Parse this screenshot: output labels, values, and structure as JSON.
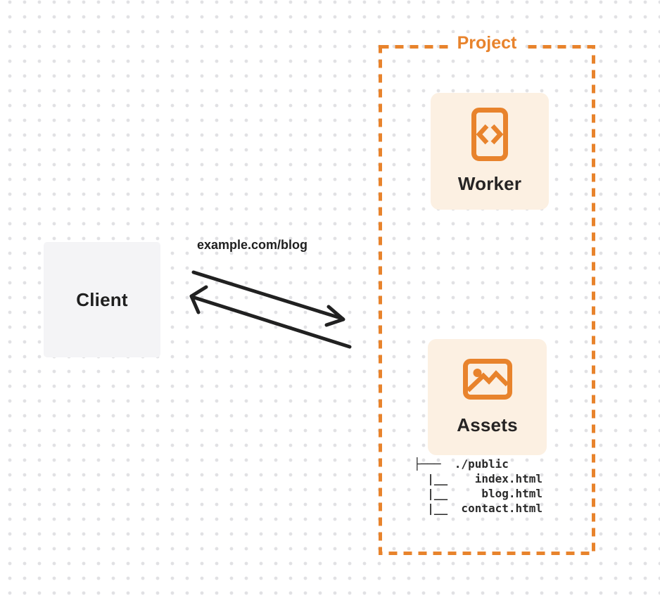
{
  "colors": {
    "orange": "#e8832c",
    "card_bg": "#fcf0e2",
    "client_bg": "#f4f4f6",
    "text_dark": "#1f1f1f",
    "arrow": "#212121",
    "dot": "#e1e1e4"
  },
  "client": {
    "label": "Client"
  },
  "request": {
    "label": "example.com/blog"
  },
  "project": {
    "label": "Project",
    "worker": {
      "label": "Worker",
      "icon": "code-document-icon"
    },
    "assets": {
      "label": "Assets",
      "icon": "image-icon"
    },
    "file_tree": {
      "root": "./public",
      "files": [
        "index.html",
        "blog.html",
        "contact.html"
      ],
      "ascii": "├───  ./public\n  |__    index.html\n  |__     blog.html\n  |__  contact.html"
    }
  }
}
